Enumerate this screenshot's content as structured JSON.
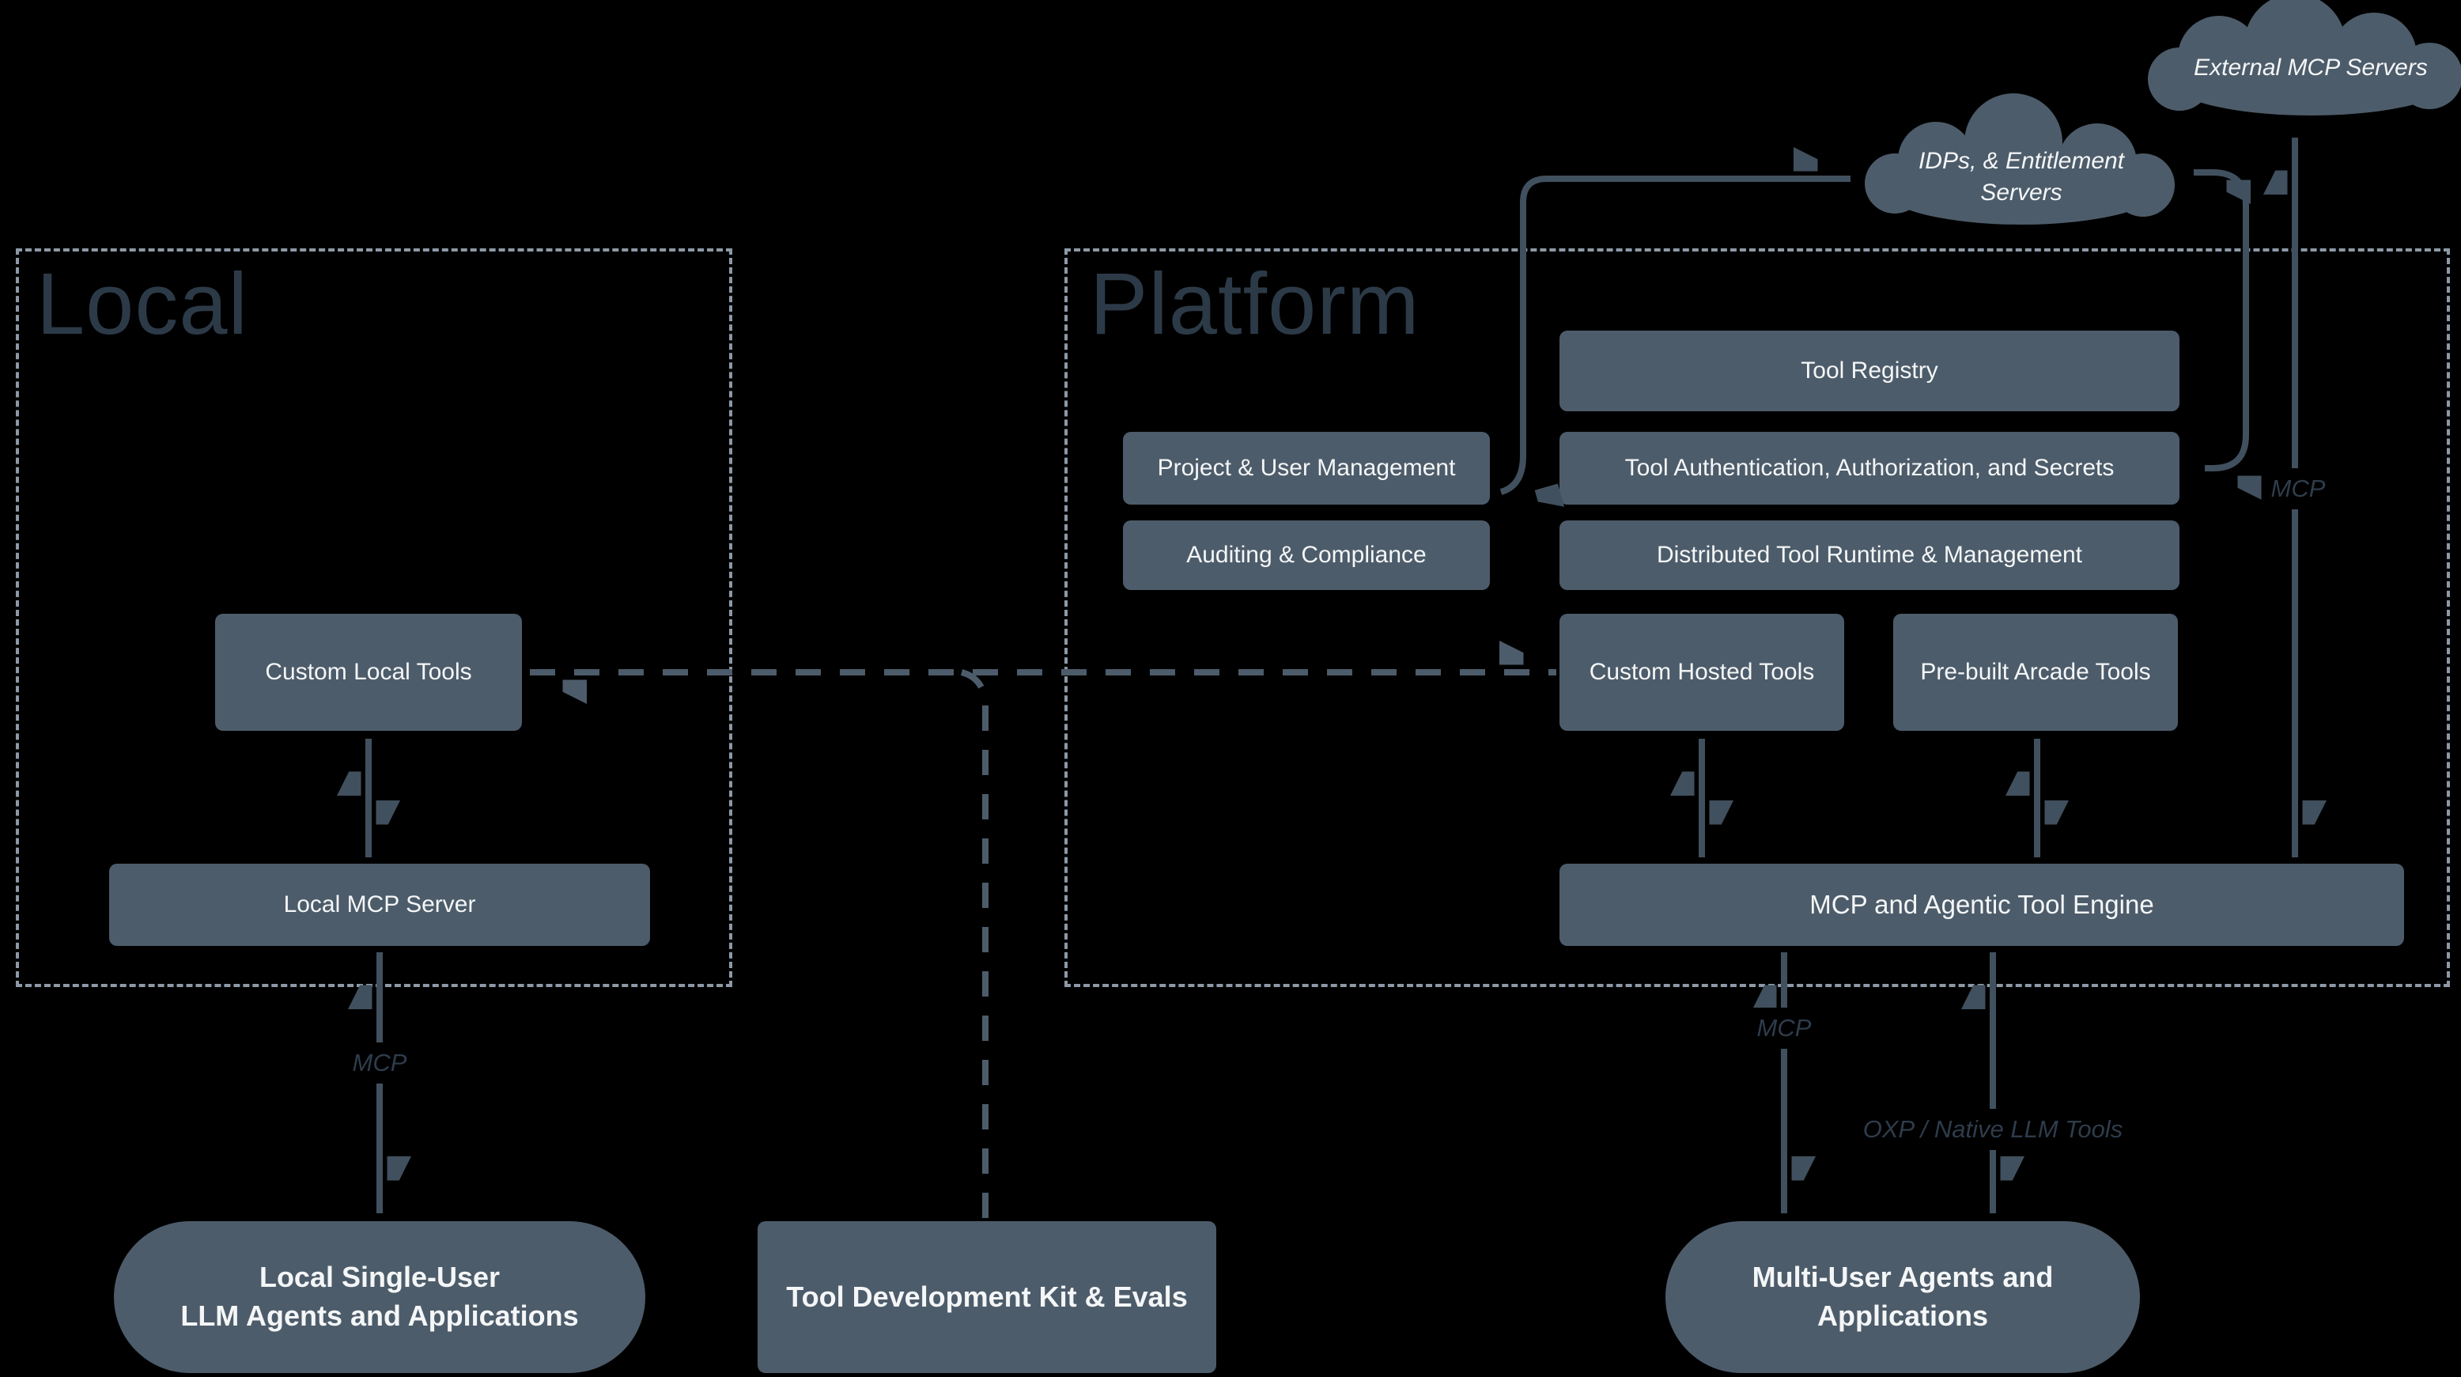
{
  "regions": {
    "local": {
      "title": "Local"
    },
    "platform": {
      "title": "Platform"
    }
  },
  "clouds": {
    "external": {
      "label": "External MCP Servers"
    },
    "idps": {
      "label_line1": "IDPs, & Entitlement",
      "label_line2": "Servers"
    }
  },
  "nodes": {
    "custom_local": {
      "label": "Custom Local Tools"
    },
    "local_mcp": {
      "label": "Local MCP Server"
    },
    "tool_registry": {
      "label": "Tool Registry"
    },
    "project_user": {
      "label": "Project & User Management"
    },
    "tool_auth": {
      "label": "Tool Authentication, Authorization, and Secrets"
    },
    "auditing": {
      "label": "Auditing & Compliance"
    },
    "runtime": {
      "label": "Distributed Tool Runtime & Management"
    },
    "custom_hosted": {
      "label": "Custom Hosted Tools"
    },
    "prebuilt": {
      "label": "Pre-built Arcade Tools"
    },
    "engine": {
      "label": "MCP and Agentic Tool Engine"
    },
    "tdk": {
      "label": "Tool Development Kit & Evals"
    },
    "local_agents": {
      "label_line1": "Local Single-User",
      "label_line2": "LLM Agents and Applications"
    },
    "multi_agents": {
      "label_line1": "Multi-User Agents and",
      "label_line2": "Applications"
    }
  },
  "edge_labels": {
    "mcp_local": "MCP",
    "mcp_engine": "MCP",
    "mcp_external": "MCP",
    "oxp": "OXP / Native LLM Tools"
  },
  "colors": {
    "background": "#000000",
    "node_fill": "#4d5c6a",
    "node_text": "#f4f6f7",
    "arrow": "#41505e",
    "dashed_arrow": "#4d5c6a",
    "region_border": "#8d99a6",
    "region_title": "#2c3a48",
    "edge_label": "#2e3c4b"
  }
}
